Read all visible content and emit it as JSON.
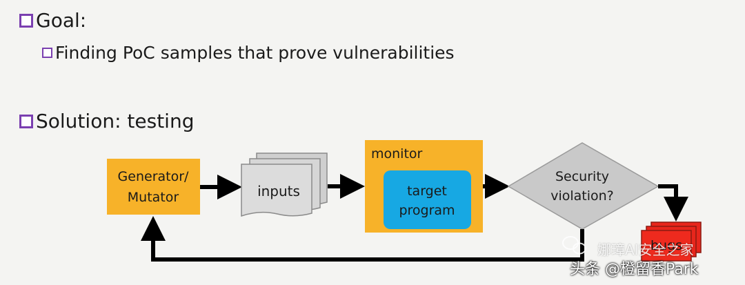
{
  "bullets": {
    "goal": "Goal:",
    "finding": "Finding PoC samples that prove vulnerabilities",
    "solution": "Solution: testing"
  },
  "diagram": {
    "generator_line1": "Generator/",
    "generator_line2": "Mutator",
    "inputs": "inputs",
    "monitor": "monitor",
    "target_line1": "target",
    "target_line2": "program",
    "security_line1": "Security",
    "security_line2": "violation?",
    "bugs": "bugs"
  },
  "watermark": {
    "brand": "娜璋AI安全之家",
    "handle": "头条 @橙留香Park"
  },
  "colors": {
    "bullet": "#7a3fb0",
    "generator_fill": "#f7b229",
    "monitor_fill": "#f7b229",
    "target_fill": "#17a8e3",
    "inputs_fill": "#d4d4d4",
    "decision_fill": "#c9c9c9",
    "bugs_fill": "#e8261c",
    "arrow": "#000000"
  }
}
